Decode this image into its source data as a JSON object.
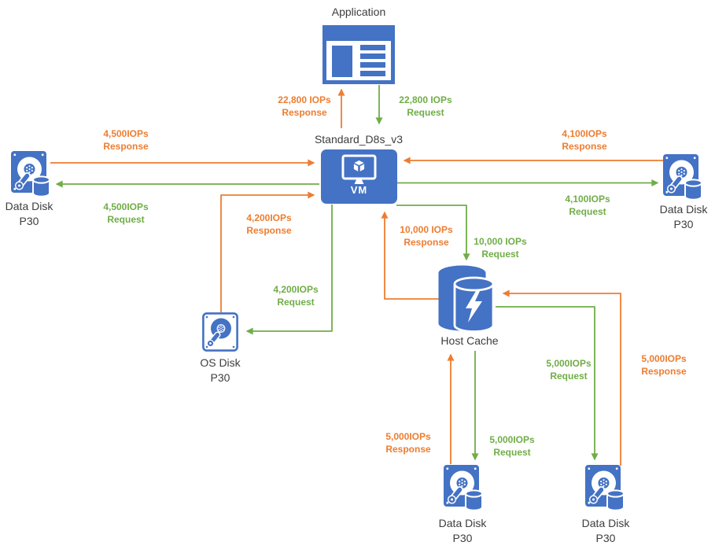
{
  "colors": {
    "azure_blue": "#4472C4",
    "response_orange": "#ED7D31",
    "request_green": "#70AD47",
    "label_gray": "#3d3d3d"
  },
  "nodes": {
    "application": {
      "title": "Application"
    },
    "vm": {
      "title": "Standard_D8s_v3",
      "badge": "VM"
    },
    "disk_left": {
      "line1": "Data Disk",
      "line2": "P30"
    },
    "disk_right": {
      "line1": "Data Disk",
      "line2": "P30"
    },
    "os_disk": {
      "line1": "OS Disk",
      "line2": "P30"
    },
    "host_cache": {
      "title": "Host Cache"
    },
    "disk_bottom_center": {
      "line1": "Data Disk",
      "line2": "P30"
    },
    "disk_bottom_right": {
      "line1": "Data Disk",
      "line2": "P30"
    }
  },
  "flows": {
    "app_response": {
      "value": "22,800 IOPs",
      "kind": "Response"
    },
    "app_request": {
      "value": "22,800 IOPs",
      "kind": "Request"
    },
    "left_response": {
      "value": "4,500IOPs",
      "kind": "Response"
    },
    "left_request": {
      "value": "4,500IOPs",
      "kind": "Request"
    },
    "right_response": {
      "value": "4,100IOPs",
      "kind": "Response"
    },
    "right_request": {
      "value": "4,100IOPs",
      "kind": "Request"
    },
    "os_response": {
      "value": "4,200IOPs",
      "kind": "Response"
    },
    "os_request": {
      "value": "4,200IOPs",
      "kind": "Request"
    },
    "cache_response": {
      "value": "10,000 IOPs",
      "kind": "Response"
    },
    "cache_request": {
      "value": "10,000 IOPs",
      "kind": "Request"
    },
    "bottom_center_response": {
      "value": "5,000IOPs",
      "kind": "Response"
    },
    "bottom_center_request": {
      "value": "5,000IOPs",
      "kind": "Request"
    },
    "bottom_right_request": {
      "value": "5,000IOPs",
      "kind": "Request"
    },
    "bottom_right_response": {
      "value": "5,000IOPs",
      "kind": "Response"
    }
  }
}
